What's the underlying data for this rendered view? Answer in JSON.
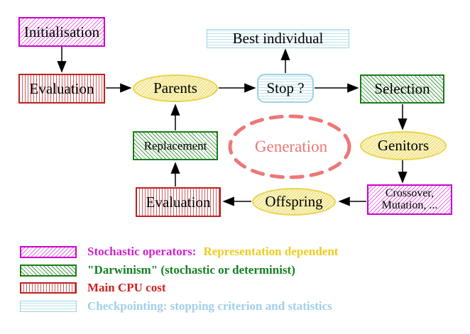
{
  "nodes": {
    "initialisation": "Initialisation",
    "evaluation_top": "Evaluation",
    "parents": "Parents",
    "best_individual": "Best individual",
    "stop": "Stop ?",
    "selection": "Selection",
    "genitors": "Genitors",
    "crossover_line1": "Crossover,",
    "crossover_line2": "Mutation, ...",
    "offspring": "Offspring",
    "evaluation_bottom": "Evaluation",
    "replacement": "Replacement",
    "generation": "Generation"
  },
  "legend": {
    "rows": [
      {
        "swatch_icon": "magenta-diagonal-hatch-swatch",
        "text1": "Stochastic operators:",
        "text2": "Representation dependent"
      },
      {
        "swatch_icon": "green-diagonal-hatch-swatch",
        "text1": "\"Darwinism\" (stochastic or determinist)"
      },
      {
        "swatch_icon": "red-vertical-stripes-swatch",
        "text1": "Main CPU cost"
      },
      {
        "swatch_icon": "cyan-horizontal-stripes-swatch",
        "text1": "Checkpointing: stopping criterion and statistics"
      }
    ]
  },
  "colors": {
    "stochastic_magenta": "#cc00cc",
    "darwinism_green": "#1a7a1a",
    "cpu_cost_red": "#bb2222",
    "checkpointing_cyan": "#9fd2e0",
    "population_yellow": "#e8d44f",
    "generation_salmon": "#ee7777",
    "arrow_black": "#000000"
  }
}
